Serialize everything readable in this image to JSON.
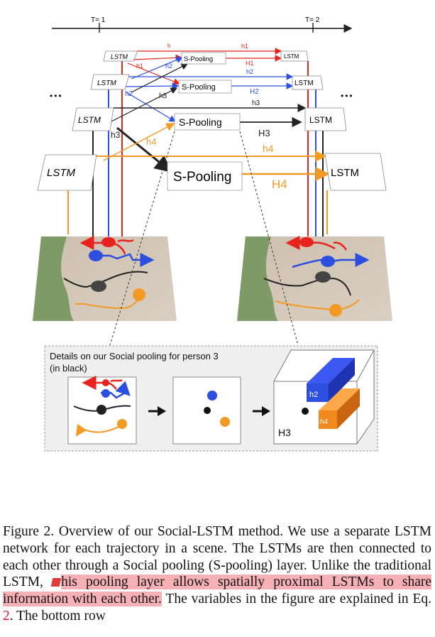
{
  "timeline": {
    "left_label": "T= 1",
    "right_label": "T= 2"
  },
  "ellipsis": "•••",
  "lstm_label": "LSTM",
  "pool_label": "S-Pooling",
  "hidden": {
    "h": "h",
    "h1": "h1",
    "h2": "h2",
    "h3": "h3",
    "h4": "h4",
    "H1": "H1",
    "H2": "H2",
    "H3": "H3",
    "H4": "H4"
  },
  "details": {
    "title_line1": "Details on our Social pooling for person 3",
    "title_line2": "(in black)",
    "cube_h2": "h2",
    "cube_h4": "h4",
    "cube_H3": "H3"
  },
  "caption": {
    "part1": "Figure 2. Overview of our Social-LSTM method. We use a separate LSTM network for each trajectory in a scene. The LSTMs are then connected to each other through a Social pooling (S-pooling) layer. Unlike the traditional LSTM, ",
    "highlight": "his pooling layer allows spatially proximal LSTMs to share information with each other.",
    "part2": " The variables in the figure are explained in Eq. ",
    "eq_ref": "2",
    "part3": ". The bottom row"
  },
  "colors": {
    "red": "#e8231d",
    "blue": "#2d4fe0",
    "black": "#222222",
    "orange": "#f39a24",
    "highlight": "#f6b1b6",
    "link": "#d4202a"
  }
}
